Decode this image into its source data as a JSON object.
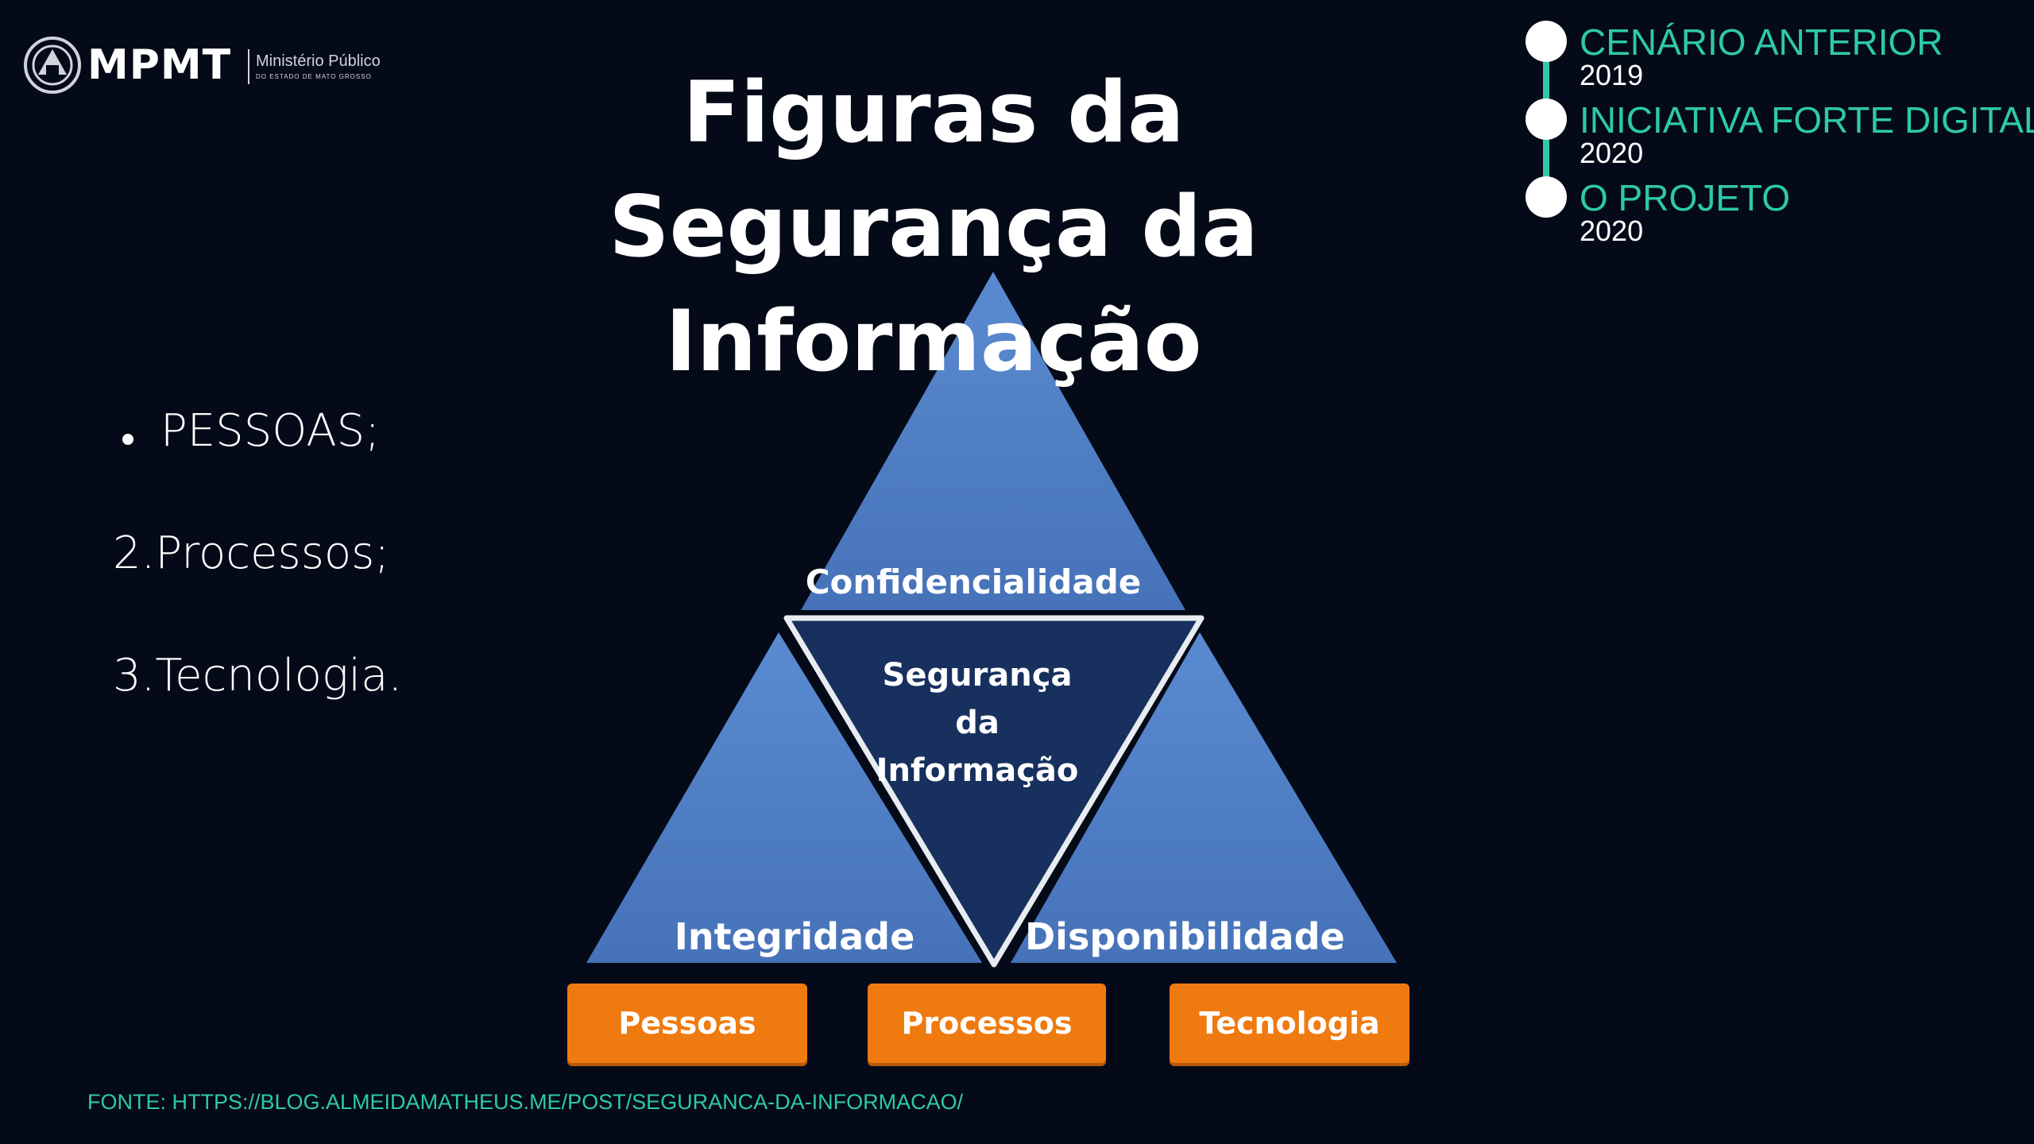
{
  "colors": {
    "background": "#050a18",
    "accent_teal": "#2ec9a8",
    "triangle_blue": "#4f7fc2",
    "center_navy": "#17305e",
    "orange": "#ef7a10"
  },
  "logo": {
    "icon": "mpmt-emblem-icon",
    "brand": "MPMT",
    "institution_line1": "Ministério Público",
    "institution_line2": "DO ESTADO DE MATO GROSSO"
  },
  "title": {
    "line1": "Figuras da",
    "line2": "Segurança da",
    "line3": "Informação"
  },
  "list": {
    "item1": "PESSOAS;",
    "item2": "2.Processos;",
    "item3": "3.Tecnologia."
  },
  "timeline": {
    "steps": [
      {
        "label": "CENÁRIO ANTERIOR",
        "year": "2019"
      },
      {
        "label": "INICIATIVA FORTE DIGITAL",
        "year": "2020"
      },
      {
        "label": "O PROJETO",
        "year": "2020"
      }
    ]
  },
  "diagram": {
    "top": "Confidencialidade",
    "center_line1": "Segurança",
    "center_line2": "da",
    "center_line3": "Informação",
    "left": "Integridade",
    "right": "Disponibilidade",
    "buttons": [
      "Pessoas",
      "Processos",
      "Tecnologia"
    ]
  },
  "footer": {
    "source": "FONTE: HTTPS://BLOG.ALMEIDAMATHEUS.ME/POST/SEGURANCA-DA-INFORMACAO/"
  }
}
